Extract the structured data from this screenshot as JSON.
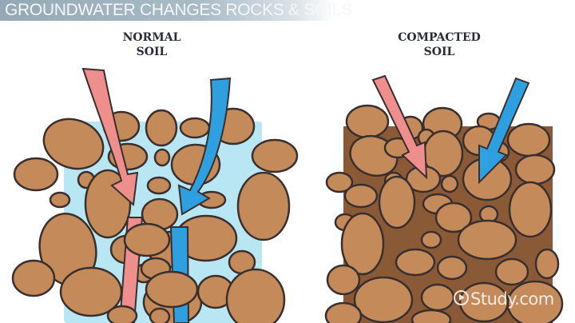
{
  "title": "GROUNDWATER CHANGES ROCKS & SOILS",
  "panels": [
    {
      "label_line1": "NORMAL",
      "label_line2": "SOIL",
      "pore_color": "#b8e6f2"
    },
    {
      "label_line1": "COMPACTED",
      "label_line2": "SOIL",
      "pore_color": "#8a5a36"
    }
  ],
  "colors": {
    "rock_fill": "#c48a5a",
    "rock_shade": "#a9703f",
    "rock_outline": "#3a2f2f",
    "arrow_pink": "#ee8f8d",
    "arrow_blue": "#2fa0df",
    "title_bar": "#a2b6c1"
  },
  "watermark": {
    "icon": "play-circle-icon",
    "text": "Study.com"
  }
}
